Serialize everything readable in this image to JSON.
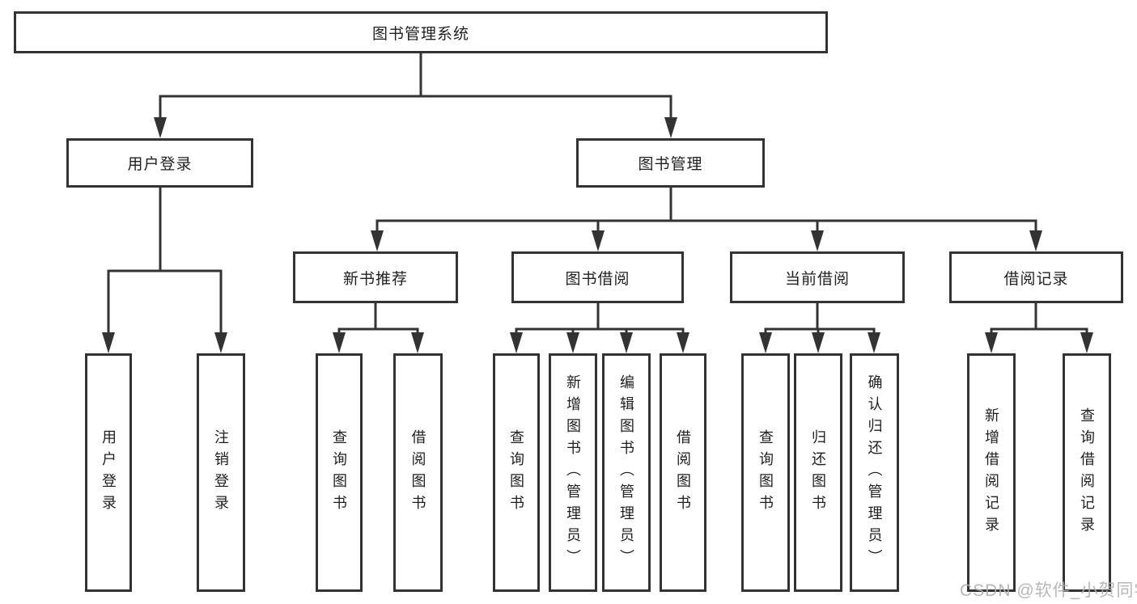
{
  "diagram": {
    "root": {
      "label": "图书管理系统"
    },
    "level2": [
      {
        "label": "用户登录"
      },
      {
        "label": "图书管理"
      }
    ],
    "level3": [
      {
        "label": "新书推荐"
      },
      {
        "label": "图书借阅"
      },
      {
        "label": "当前借阅"
      },
      {
        "label": "借阅记录"
      }
    ],
    "leaves": {
      "user_login": [
        "用户登录",
        "注销登录"
      ],
      "new_book_recommend": [
        "查询图书",
        "借阅图书"
      ],
      "book_borrow": [
        "查询图书",
        "新增图书（管理员）",
        "编辑图书（管理员）",
        "借阅图书"
      ],
      "current_borrow": [
        "查询图书",
        "归还图书",
        "确认归还（管理员）"
      ],
      "borrow_records": [
        "新增借阅记录",
        "查询借阅记录"
      ]
    }
  },
  "colors": {
    "line": "#333333",
    "box_border": "#333333",
    "text": "#1f1f1f",
    "watermark": "#afafaf"
  },
  "watermark": "CSDN @软件_小贺同学"
}
